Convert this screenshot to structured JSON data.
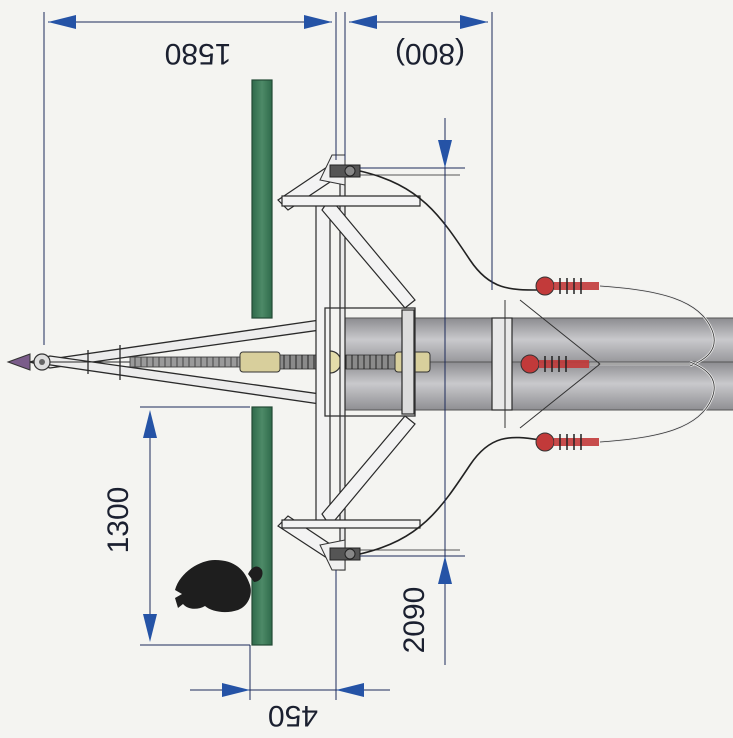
{
  "dimensions": {
    "top_left": "1580",
    "top_right": "(800)",
    "left_vertical": "1300",
    "right_vertical": "2090",
    "bottom": "450"
  },
  "colors": {
    "dimension_line": "#1c2a5a",
    "arrow": "#2553a6",
    "bar_green": "#3f7a5a",
    "pipe": "#a9a9ad",
    "frame": "#f2f2f2",
    "insulator": "#c23a3a"
  }
}
